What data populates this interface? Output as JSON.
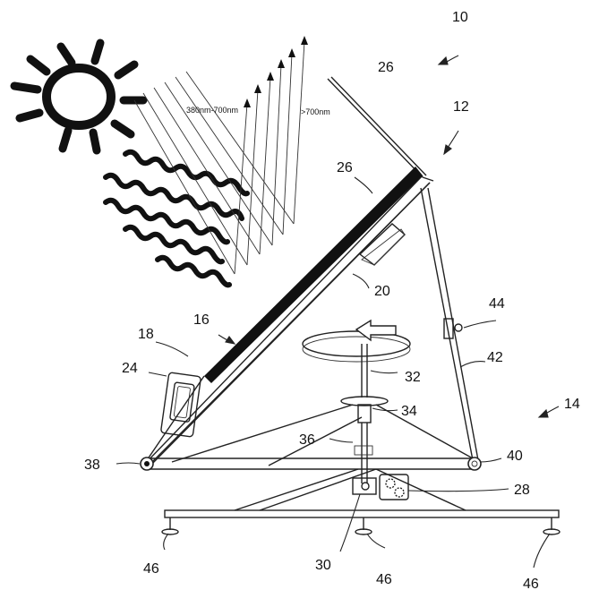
{
  "labels": {
    "l10": "10",
    "l12": "12",
    "l14": "14",
    "l16": "16",
    "l18": "18",
    "l20": "20",
    "l24": "24",
    "l26a": "26",
    "l26b": "26",
    "l28": "28",
    "l30": "30",
    "l32": "32",
    "l34": "34",
    "l36": "36",
    "l38": "38",
    "l40": "40",
    "l42": "42",
    "l44": "44",
    "l46a": "46",
    "l46b": "46",
    "l46c": "46"
  },
  "wavelengths": {
    "visible": "380nm-700nm",
    "infrared": ">700nm"
  },
  "icons": [
    "sun-icon",
    "heat-wave-icon",
    "rotation-arrow-icon",
    "gear-icon"
  ]
}
